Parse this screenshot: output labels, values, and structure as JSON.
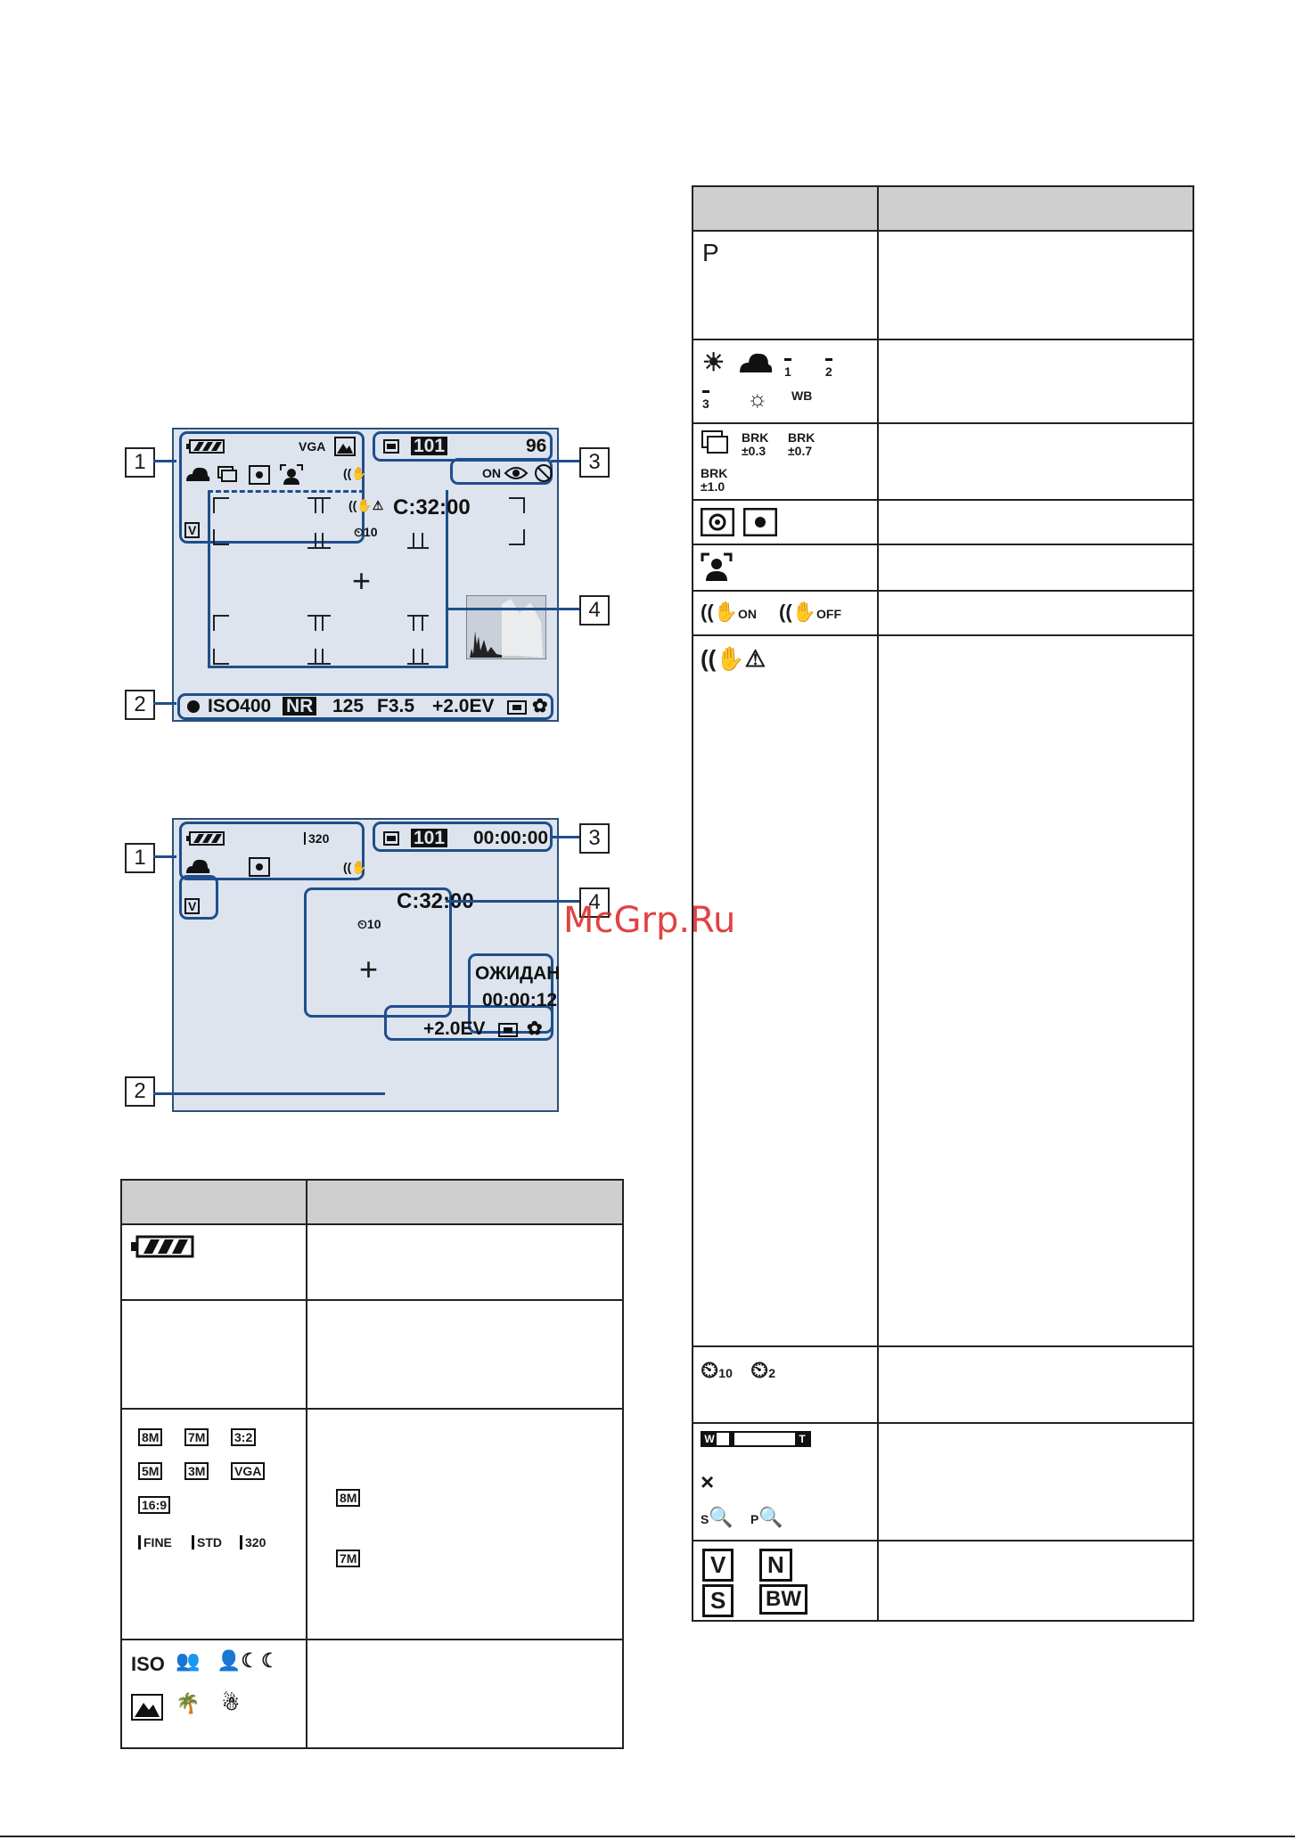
{
  "watermark": "McGrp.Ru",
  "screen1": {
    "callouts": [
      "1",
      "2",
      "3",
      "4"
    ],
    "top_right_count": "96",
    "folder": "101",
    "quality_badge": "VGA",
    "remaining": "C:32:00",
    "iso": "ISO400",
    "nr": "NR",
    "shutter": "125",
    "aperture": "F3.5",
    "ev": "+2.0EV",
    "flash_redeye": "ON"
  },
  "screen2": {
    "callouts": [
      "1",
      "2",
      "3",
      "4"
    ],
    "movie_size": "320",
    "folder": "101",
    "timecode": "00:00:00",
    "remaining": "C:32:00",
    "standby_label": "ОЖИДАН",
    "standby_time": "00:00:12",
    "ev": "+2.0EV"
  },
  "left_table": {
    "image_size_icons": [
      "8M",
      "7M",
      "3:2",
      "5M",
      "3M",
      "VGA",
      "16:9"
    ],
    "movie_icons": [
      "FINE",
      "STD",
      "320"
    ],
    "inline_icons": [
      "8M",
      "7M"
    ],
    "scene_iso": "ISO"
  },
  "right_table": {
    "mode_letter": "P",
    "wb_icons": [
      "1",
      "2",
      "3",
      "WB"
    ],
    "brk": [
      "BRK ±0.3",
      "BRK ±0.7",
      "BRK ±1.0"
    ],
    "steady_on": "ON",
    "steady_off": "OFF",
    "timer": [
      "10",
      "2"
    ],
    "zoom": {
      "w": "W",
      "t": "T",
      "x": "×",
      "s": "S",
      "p": "P"
    },
    "color_modes": [
      "V",
      "N",
      "S",
      "BW"
    ]
  }
}
